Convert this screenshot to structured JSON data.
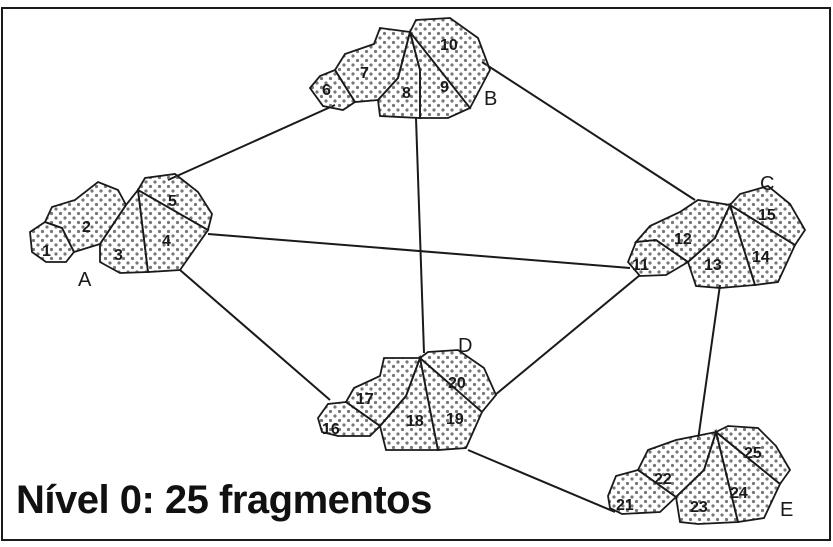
{
  "title": "Nível 0: 25 fragmentos",
  "clusters": [
    {
      "id": "A",
      "label": "A",
      "fragments": [
        "1",
        "2",
        "3",
        "4",
        "5"
      ]
    },
    {
      "id": "B",
      "label": "B",
      "fragments": [
        "6",
        "7",
        "8",
        "9",
        "10"
      ]
    },
    {
      "id": "C",
      "label": "C",
      "fragments": [
        "11",
        "12",
        "13",
        "14",
        "15"
      ]
    },
    {
      "id": "D",
      "label": "D",
      "fragments": [
        "16",
        "17",
        "18",
        "19",
        "20"
      ]
    },
    {
      "id": "E",
      "label": "E",
      "fragments": [
        "21",
        "22",
        "23",
        "24",
        "25"
      ]
    }
  ],
  "edges": [
    [
      "A",
      "B"
    ],
    [
      "A",
      "C"
    ],
    [
      "A",
      "D"
    ],
    [
      "B",
      "C"
    ],
    [
      "B",
      "D"
    ],
    [
      "C",
      "D"
    ],
    [
      "C",
      "E"
    ],
    [
      "D",
      "E"
    ]
  ],
  "colors": {
    "stroke": "#1a1a1a",
    "dot": "#777777",
    "background": "#ffffff"
  }
}
